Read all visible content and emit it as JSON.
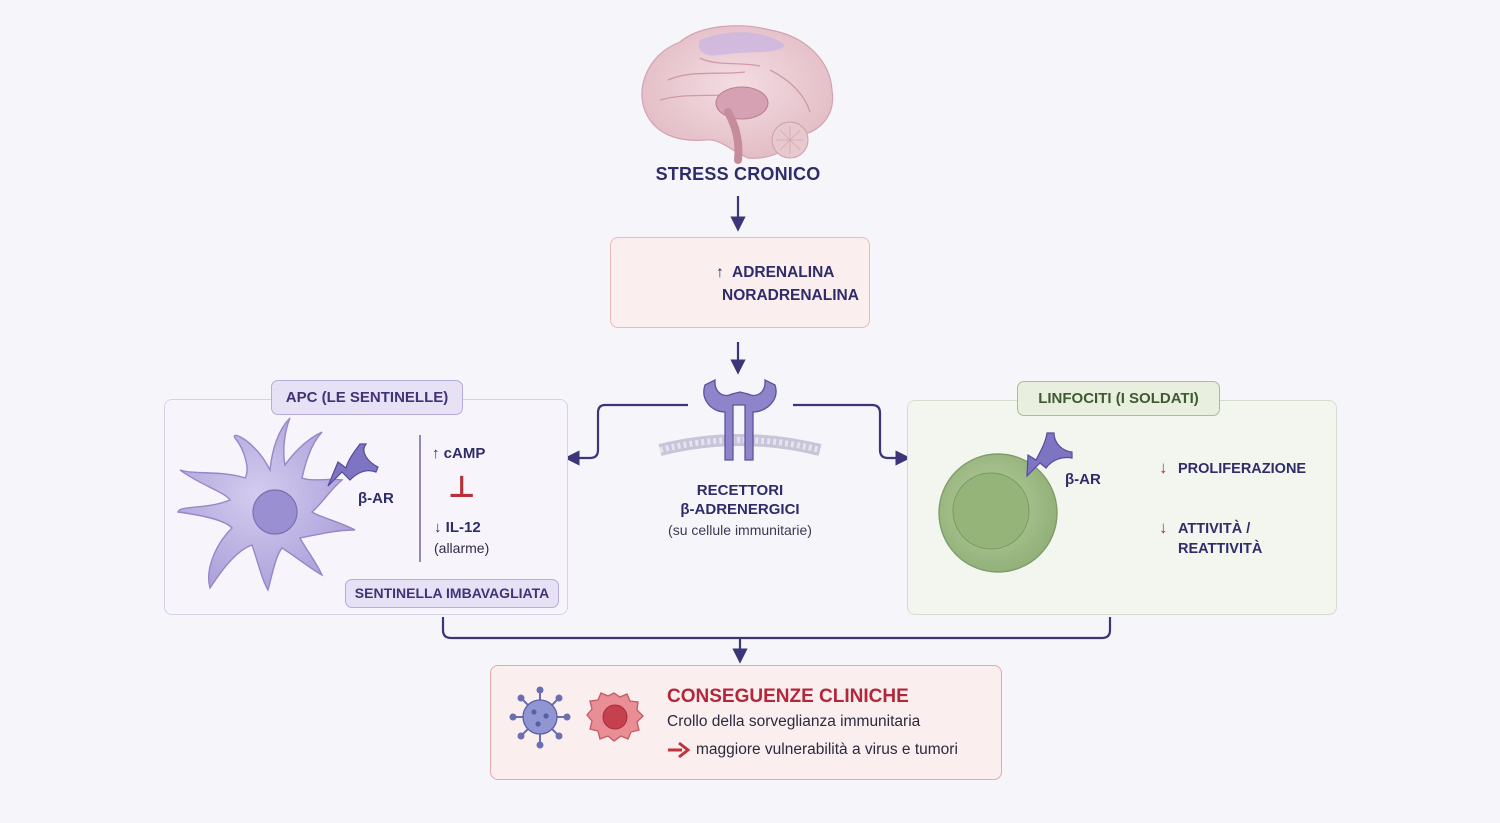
{
  "stress": {
    "title": "STRESS CRONICO"
  },
  "hormones": {
    "line1": "ADRENALINA",
    "line1_arrow": "↑",
    "line2": "NORADRENALINA"
  },
  "receptors": {
    "title1": "RECETTORI",
    "title2": "β-ADRENERGICI",
    "subtitle": "(su cellule immunitarie)"
  },
  "apc": {
    "tag": "APC (LE SENTINELLE)",
    "receptor_label": "β-AR",
    "camp": "↑ cAMP",
    "inhibit_symbol": "⊥",
    "il12": "↓ IL-12",
    "il12_note": "(allarme)",
    "badge": "SENTINELLA IMBAVAGLIATA"
  },
  "lymphocytes": {
    "tag": "LINFOCITI (I SOLDATI)",
    "receptor_label": "β-AR",
    "effect1": "PROLIFERAZIONE",
    "effect2_line1": "ATTIVITÀ /",
    "effect2_line2": "REATTIVITÀ",
    "down_arrow": "↓"
  },
  "consequences": {
    "title": "CONSEGUENZE CLINICHE",
    "line1": "Crollo della sorveglianza immunitaria",
    "line2": "maggiore vulnerabilità a virus e tumori"
  },
  "colors": {
    "navy": "#2f2c6a",
    "red": "#b5323a",
    "apc_purple": "#b9ade0",
    "lymph_green": "#a9c48e",
    "hormone_dot": "#e0707c"
  }
}
